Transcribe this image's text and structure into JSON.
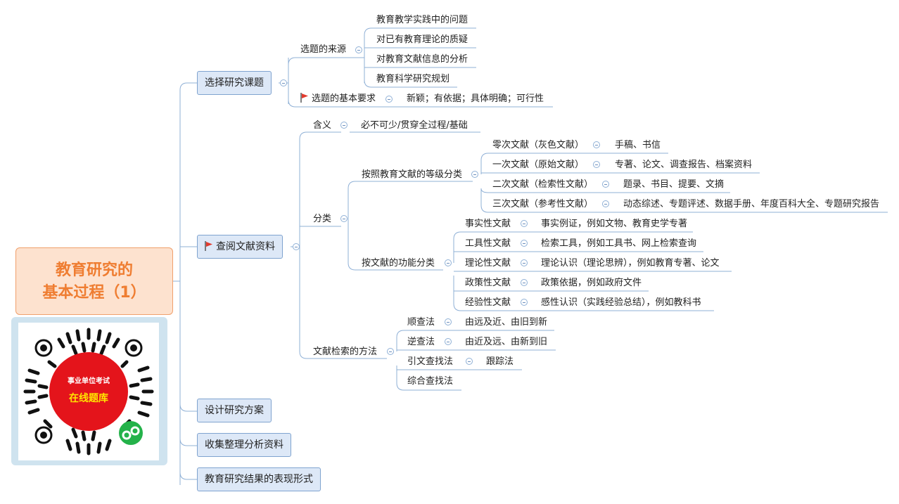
{
  "root": {
    "line1": "教育研究的",
    "line2": "基本过程（1）"
  },
  "branches": {
    "b1": "选择研究课题",
    "b2": "查阅文献资料",
    "b3": "设计研究方案",
    "b4": "收集整理分析资料",
    "b5": "教育研究结果的表现形式"
  },
  "topic": {
    "source": "选题的来源",
    "sources": [
      "教育教学实践中的问题",
      "对已有教育理论的质疑",
      "对教育文献信息的分析",
      "教育科学研究规划"
    ],
    "req": "选题的基本要求",
    "req_val": "新颖；有依据；具体明确；可行性"
  },
  "lit": {
    "meaning": "含义",
    "meaning_val": "必不可少/贯穿全过程/基础",
    "classify": "分类",
    "by_level": "按照教育文献的等级分类",
    "levels": [
      {
        "k": "零次文献（灰色文献）",
        "v": "手稿、书信"
      },
      {
        "k": "一次文献（原始文献）",
        "v": "专著、论文、调查报告、档案资料"
      },
      {
        "k": "二次文献（检索性文献）",
        "v": "题录、书目、提要、文摘"
      },
      {
        "k": "三次文献（参考性文献）",
        "v": "动态综述、专题评述、数据手册、年度百科大全、专题研究报告"
      }
    ],
    "by_func": "按文献的功能分类",
    "funcs": [
      {
        "k": "事实性文献",
        "v": "事实例证，例如文物、教育史学专著"
      },
      {
        "k": "工具性文献",
        "v": "检索工具，例如工具书、网上检索查询"
      },
      {
        "k": "理论性文献",
        "v": "理论认识（理论思辨），例如教育专著、论文"
      },
      {
        "k": "政策性文献",
        "v": "政策依据，例如政府文件"
      },
      {
        "k": "经验性文献",
        "v": "感性认识（实践经验总结），例如教科书"
      }
    ],
    "search": "文献检索的方法",
    "methods": [
      {
        "k": "顺查法",
        "v": "由远及近、由旧到新"
      },
      {
        "k": "逆查法",
        "v": "由近及远、由新到旧"
      },
      {
        "k": "引文查找法",
        "v": "跟踪法"
      },
      {
        "k": "综合查找法",
        "v": ""
      }
    ]
  },
  "qr": {
    "line1": "事业单位考试",
    "line2": "在线题库"
  },
  "colors": {
    "accent": "#ef7d31",
    "line": "#8fb0d6",
    "flag": "#e23b2e",
    "qr_red": "#e4141b",
    "qr_green": "#24b24a"
  }
}
